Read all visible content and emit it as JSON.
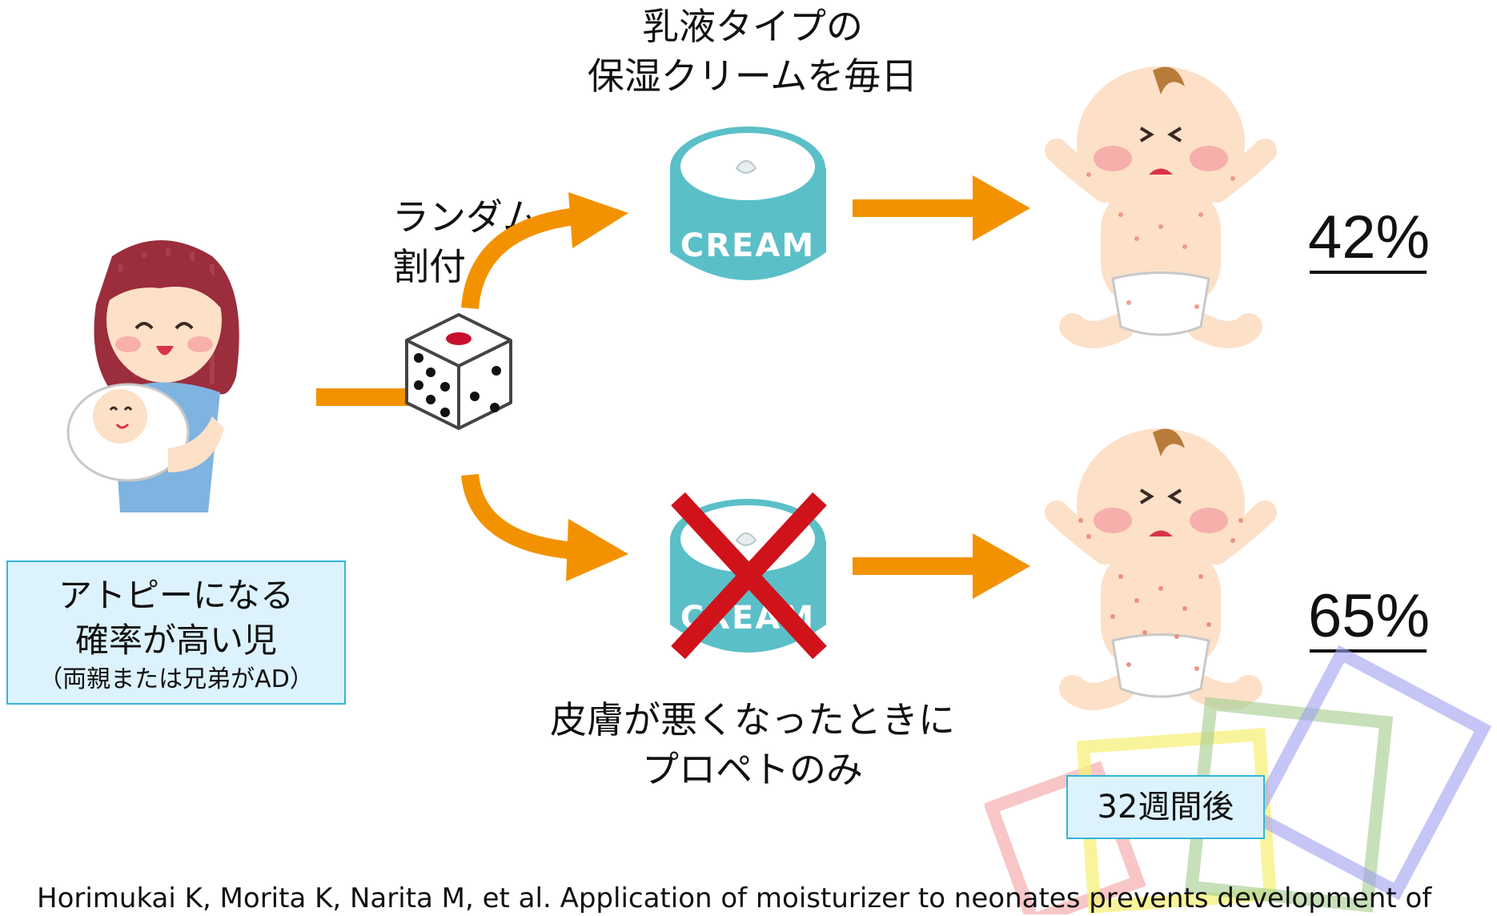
{
  "treatment": {
    "label_line1": "乳液タイプの",
    "label_line2": "保湿クリームを毎日",
    "jar_text": "CREAM"
  },
  "randomization": {
    "label_line1": "ランダム",
    "label_line2": "割付"
  },
  "control": {
    "label_line1": "皮膚が悪くなったときに",
    "label_line2": "プロペトのみ",
    "jar_text": "CREAM"
  },
  "high_risk_box": {
    "line1": "アトピーになる",
    "line2": "確率が高い児",
    "line3": "（両親または兄弟がAD）"
  },
  "outcomes": {
    "treatment_percent": "42%",
    "control_percent": "65%"
  },
  "timepoint": "32週間後",
  "citation": "Horimukai K, Morita K, Narita M, et al. Application of moisturizer to neonates prevents development of",
  "colors": {
    "arrow": "#f39200",
    "jar": "#5bbfc8",
    "cross": "#d0121b",
    "box_fill": "#dcf2fc",
    "box_border": "#33b5d9"
  }
}
